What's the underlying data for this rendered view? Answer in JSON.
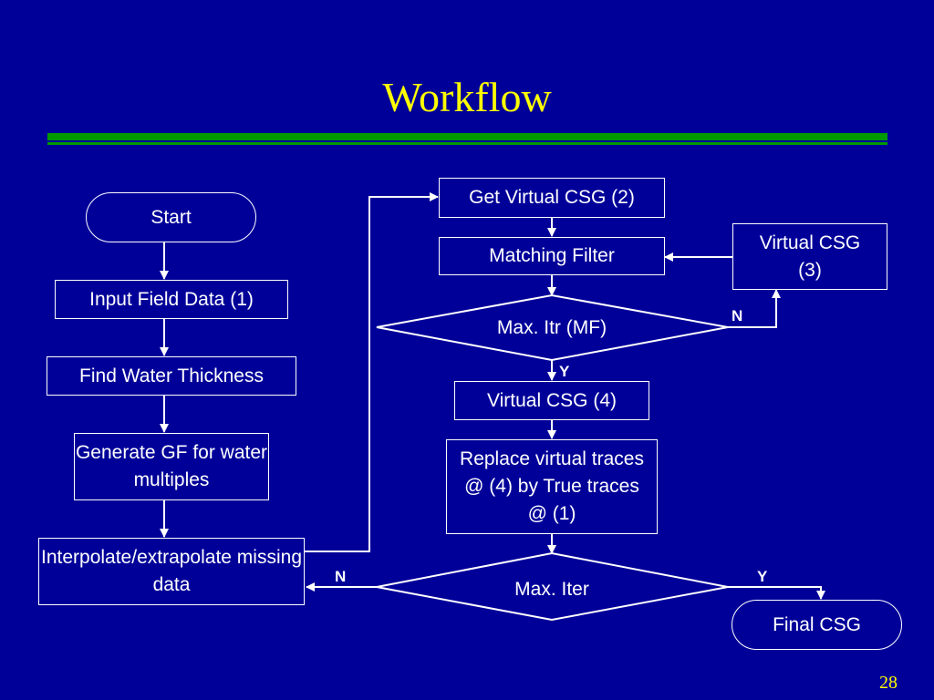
{
  "slide": {
    "title": "Workflow",
    "page_number": "28"
  },
  "flow": {
    "start": "Start",
    "input_field_data": "Input Field Data (1)",
    "find_water_thickness": "Find Water Thickness",
    "generate_gf": "Generate GF for water multiples",
    "interpolate": "Interpolate/extrapolate missing data",
    "get_virtual_csg": "Get Virtual CSG (2)",
    "matching_filter": "Matching Filter",
    "virtual_csg_3": "Virtual CSG (3)",
    "max_itr_mf": "Max. Itr (MF)",
    "virtual_csg_4": "Virtual CSG (4)",
    "replace_traces": "Replace virtual traces @ (4) by True traces @ (1)",
    "max_iter": "Max. Iter",
    "final_csg": "Final CSG",
    "label_n_mf": "N",
    "label_y_mf": "Y",
    "label_n_iter": "N",
    "label_y_iter": "Y"
  },
  "colors": {
    "background": "#000099",
    "title": "#ffff00",
    "rule": "#009900",
    "line": "#ffffff"
  }
}
